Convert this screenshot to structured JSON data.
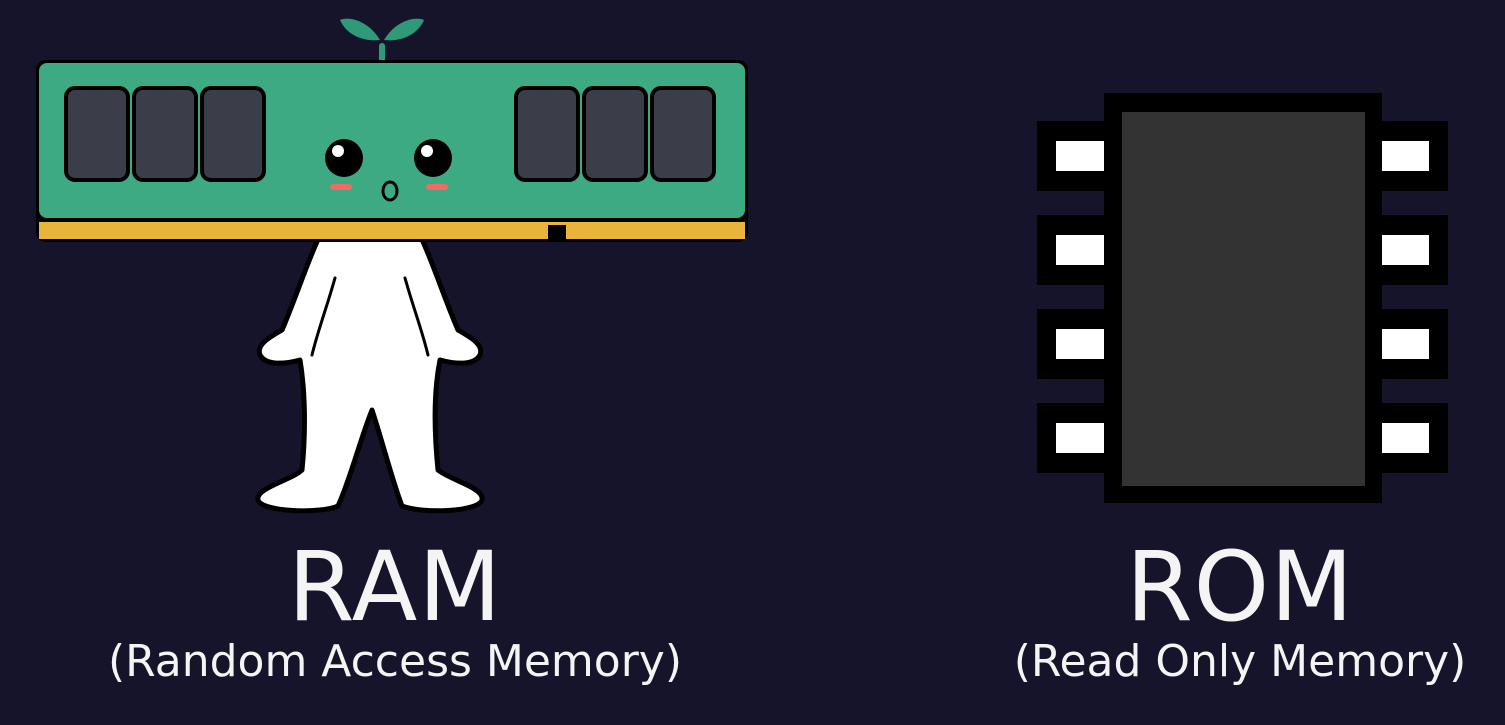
{
  "colors": {
    "background": "#15142a",
    "ram_board": "#3eaa84",
    "ram_contacts": "#e8b53a",
    "ram_chips": "#3b3d48",
    "sprout": "#2e9a78",
    "body": "#ffffff",
    "blush": "#ef6b63",
    "rom_chip_body": "#333333",
    "rom_outline": "#000000",
    "rom_pins": "#ffffff",
    "label_text": "#f4f4f4"
  },
  "ram": {
    "title": "RAM",
    "subtitle": "(Random Access Memory)"
  },
  "rom": {
    "title": "ROM",
    "subtitle": "(Read Only Memory)"
  }
}
